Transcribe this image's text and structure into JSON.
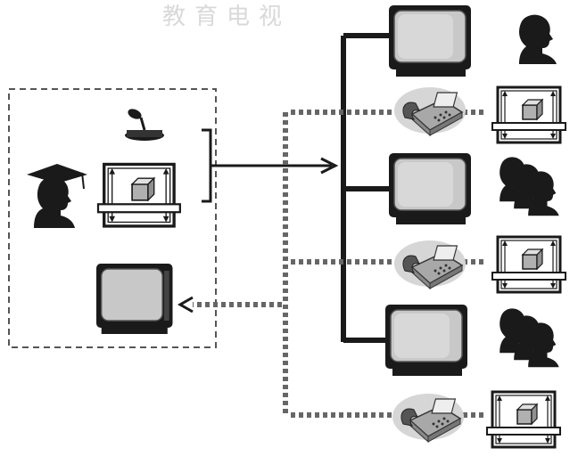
{
  "background": {
    "partial_heading": "教育电视",
    "paper_color": "#ffffff",
    "ghost_text_color": "#d9d9d9"
  },
  "teacher_station": {
    "items": [
      "graduate-cap-head",
      "microphone",
      "document-camera",
      "return-monitor"
    ]
  },
  "classrooms": [
    {
      "audience": "single-person",
      "devices": [
        "television",
        "telephone-fax",
        "document-camera"
      ]
    },
    {
      "audience": "group",
      "devices": [
        "television",
        "telephone-fax",
        "document-camera"
      ]
    },
    {
      "audience": "group",
      "devices": [
        "television",
        "telephone-fax",
        "document-camera"
      ]
    }
  ],
  "links": {
    "video_out": "solid-arrow",
    "return_channel": "dotted-arrow"
  },
  "colors": {
    "ink": "#1a1a1a",
    "screen": "#c8c8c8",
    "phone_halo": "#d6d6d6",
    "dash": "#666666"
  }
}
